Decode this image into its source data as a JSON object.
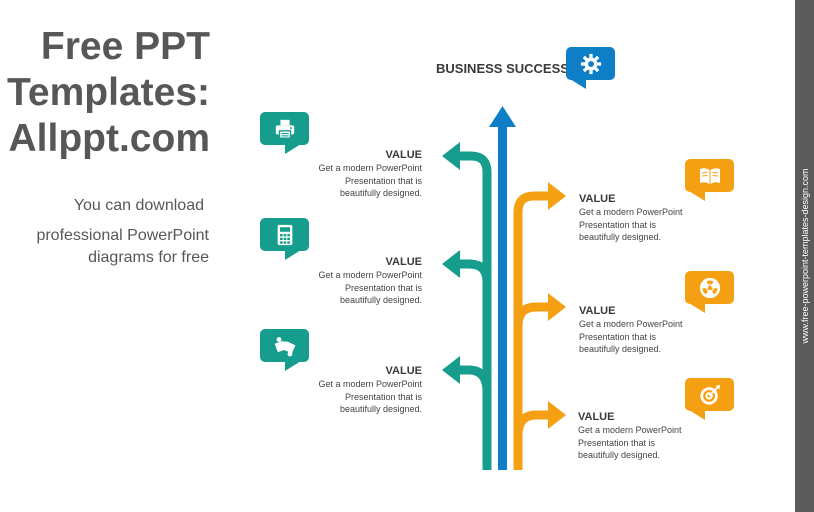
{
  "brand": {
    "title_lines": [
      "Free PPT",
      "Templates:",
      "Allppt.com"
    ],
    "sub_line1": "You can download",
    "sub_line2": "professional PowerPoint",
    "sub_line3": "diagrams for free"
  },
  "sidebar": {
    "text": "www.free-powerpoint-templates-design.com"
  },
  "diagram": {
    "heading": "BUSINESS SUCCESS",
    "heading_icon": "gear-icon",
    "left_items": [
      {
        "title": "VALUE",
        "desc_lines": [
          "Get a modern PowerPoint",
          "Presentation that is",
          "beautifully designed."
        ],
        "icon": "printer-icon"
      },
      {
        "title": "VALUE",
        "desc_lines": [
          "Get a modern PowerPoint",
          "Presentation that is",
          "beautifully designed."
        ],
        "icon": "calculator-icon"
      },
      {
        "title": "VALUE",
        "desc_lines": [
          "Get a modern PowerPoint",
          "Presentation that is",
          "beautifully designed."
        ],
        "icon": "puzzle-icon"
      }
    ],
    "right_items": [
      {
        "title": "VALUE",
        "desc_lines": [
          "Get a modern PowerPoint",
          "Presentation that is",
          "beautifully designed."
        ],
        "icon": "book-icon"
      },
      {
        "title": "VALUE",
        "desc_lines": [
          "Get a modern PowerPoint",
          "Presentation that is",
          "beautifully designed."
        ],
        "icon": "radiation-icon"
      },
      {
        "title": "VALUE",
        "desc_lines": [
          "Get a modern PowerPoint",
          "Presentation that is",
          "beautifully designed."
        ],
        "icon": "target-icon"
      }
    ]
  },
  "colors": {
    "teal": "#169d8e",
    "orange": "#f5a012",
    "blue": "#0e7ec7",
    "text_gray": "#575757",
    "sidebar": "#5a5a5a"
  }
}
